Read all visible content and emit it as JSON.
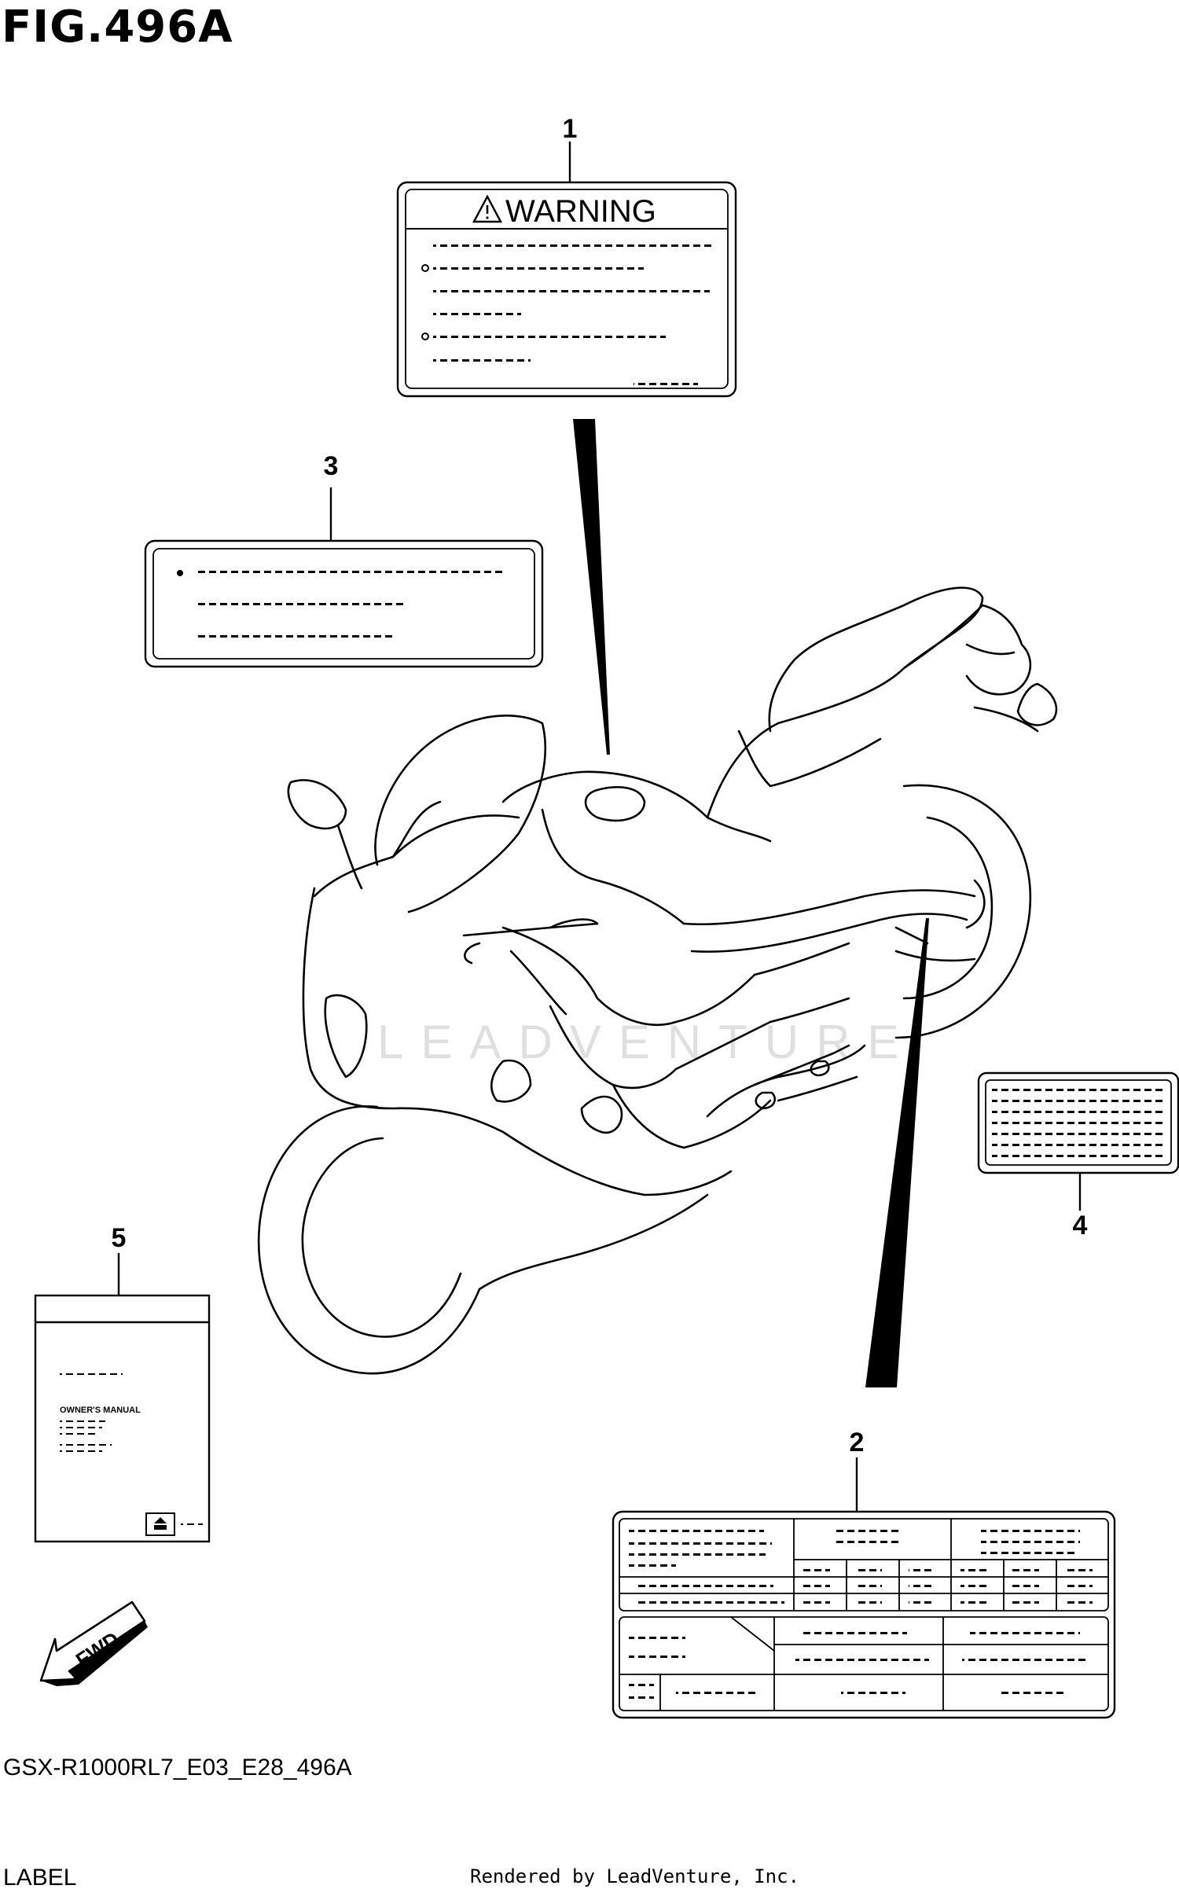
{
  "figure": {
    "title": "FIG.496A",
    "model_code": "GSX-R1000RL7_E03_E28_496A",
    "section_name": "LABEL",
    "credit": "Rendered by LeadVenture, Inc."
  },
  "callouts": [
    "1",
    "2",
    "3",
    "4",
    "5"
  ],
  "labels": {
    "warning_label": {
      "callout": "1",
      "heading": "WARNING"
    },
    "info_label": {
      "callout": "3"
    },
    "small_label": {
      "callout": "4"
    },
    "owners_manual": {
      "callout": "5",
      "text": "OWNER'S MANUAL"
    },
    "spec_label": {
      "callout": "2"
    }
  },
  "direction_arrow": {
    "text": "FWD"
  },
  "watermark": {
    "text": "LEADVENTURE"
  }
}
